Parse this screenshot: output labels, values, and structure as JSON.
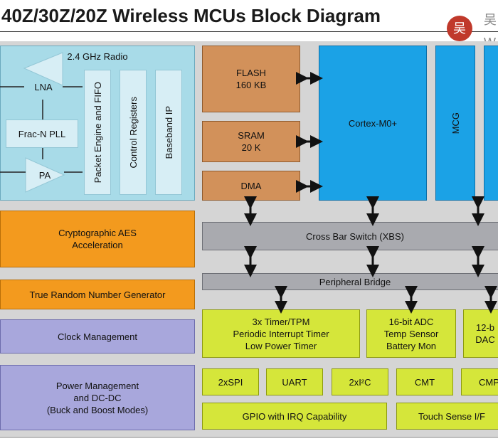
{
  "header": {
    "title": "40Z/30Z/20Z Wireless MCUs Block Diagram",
    "logo_char": "吴",
    "logo_text_top": "吴",
    "logo_text_bottom": "W"
  },
  "colors": {
    "radio": "#a8dbe8",
    "orange": "#f39a1e",
    "purple": "#a8a7dc",
    "memory": "#d2915a",
    "core": "#1ba2e6",
    "bus": "#a9aaaf",
    "peripheral": "#d5e63a"
  },
  "radio": {
    "label": "2.4 GHz Radio",
    "lna": "LNA",
    "pll": "Frac-N PLL",
    "pa": "PA",
    "packet_engine": "Packet Engine and FIFO",
    "control_registers": "Control Registers",
    "baseband": "Baseband IP"
  },
  "left_blocks": {
    "aes": "Cryptographic AES\nAcceleration",
    "trng": "True Random Number Generator",
    "clock": "Clock Management",
    "power": "Power Management\nand  DC-DC\n(Buck and Boost Modes)"
  },
  "memory": {
    "flash": "FLASH\n160 KB",
    "sram": "SRAM\n20 K",
    "dma": "DMA"
  },
  "core": {
    "cpu": "Cortex-M0+",
    "mcg": "MCG"
  },
  "bus": {
    "xbs": "Cross Bar Switch (XBS)",
    "bridge": "Peripheral Bridge"
  },
  "peripherals": {
    "timers": "3x Timer/TPM\nPeriodic Interrupt Timer\nLow Power Timer",
    "adc": "16-bit ADC\nTemp Sensor\nBattery Mon",
    "dac": "12-b\nDAC",
    "spi": "2xSPI",
    "uart": "UART",
    "i2c": "2xI²C",
    "cmt": "CMT",
    "cmp": "CMP",
    "gpio": "GPIO with IRQ Capability",
    "touch": "Touch Sense I/F"
  }
}
